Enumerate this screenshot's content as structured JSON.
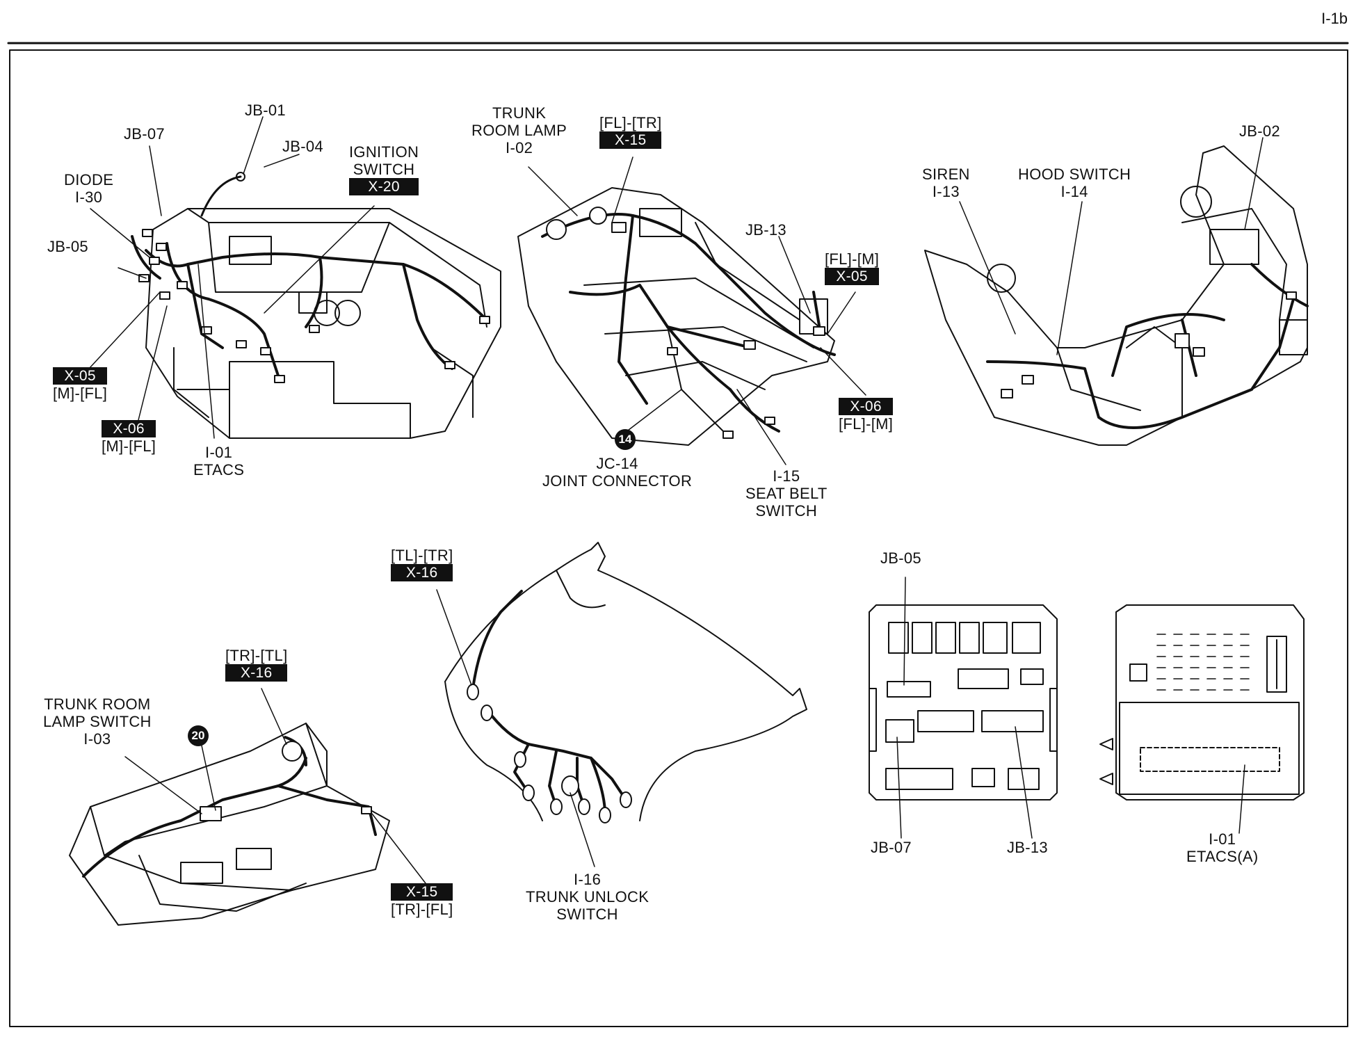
{
  "page_id": "I-1b",
  "labels": {
    "jb01": "JB-01",
    "jb07_top": "JB-07",
    "jb04": "JB-04",
    "ignition_l1": "IGNITION",
    "ignition_l2": "SWITCH",
    "x20": "X-20",
    "diode_l1": "DIODE",
    "diode_l2": "I-30",
    "jb05_top": "JB-05",
    "x05_left": "X-05",
    "x05_left_sub": "[M]-[FL]",
    "x06_left": "X-06",
    "x06_left_sub": "[M]-[FL]",
    "i01_l1": "I-01",
    "i01_l2": "ETACS",
    "trunkroom_l1": "TRUNK",
    "trunkroom_l2": "ROOM LAMP",
    "trunkroom_l3": "I-02",
    "fl_tr": "[FL]-[TR]",
    "x15_top": "X-15",
    "jb13_top": "JB-13",
    "fl_m_top": "[FL]-[M]",
    "x05_mid": "X-05",
    "x06_mid": "X-06",
    "fl_m_bot": "[FL]-[M]",
    "jc14_circle": "14",
    "jc14_l1": "JC-14",
    "jc14_l2": "JOINT CONNECTOR",
    "i15_l1": "I-15",
    "i15_l2": "SEAT BELT",
    "i15_l3": "SWITCH",
    "siren_l1": "SIREN",
    "siren_l2": "I-13",
    "hood_l1": "HOOD SWITCH",
    "hood_l2": "I-14",
    "jb02": "JB-02",
    "tl_tr": "[TL]-[TR]",
    "x16_mid": "X-16",
    "tr_tl": "[TR]-[TL]",
    "x16_left": "X-16",
    "trunksw_l1": "TRUNK ROOM",
    "trunksw_l2": "LAMP SWITCH",
    "trunksw_l3": "I-03",
    "circle20": "20",
    "x15_bot": "X-15",
    "tr_fl": "[TR]-[FL]",
    "i16_l1": "I-16",
    "i16_l2": "TRUNK UNLOCK",
    "i16_l3": "SWITCH",
    "jb05_box": "JB-05",
    "jb07_box": "JB-07",
    "jb13_box": "JB-13",
    "i01a_l1": "I-01",
    "i01a_l2": "ETACS(A)"
  }
}
